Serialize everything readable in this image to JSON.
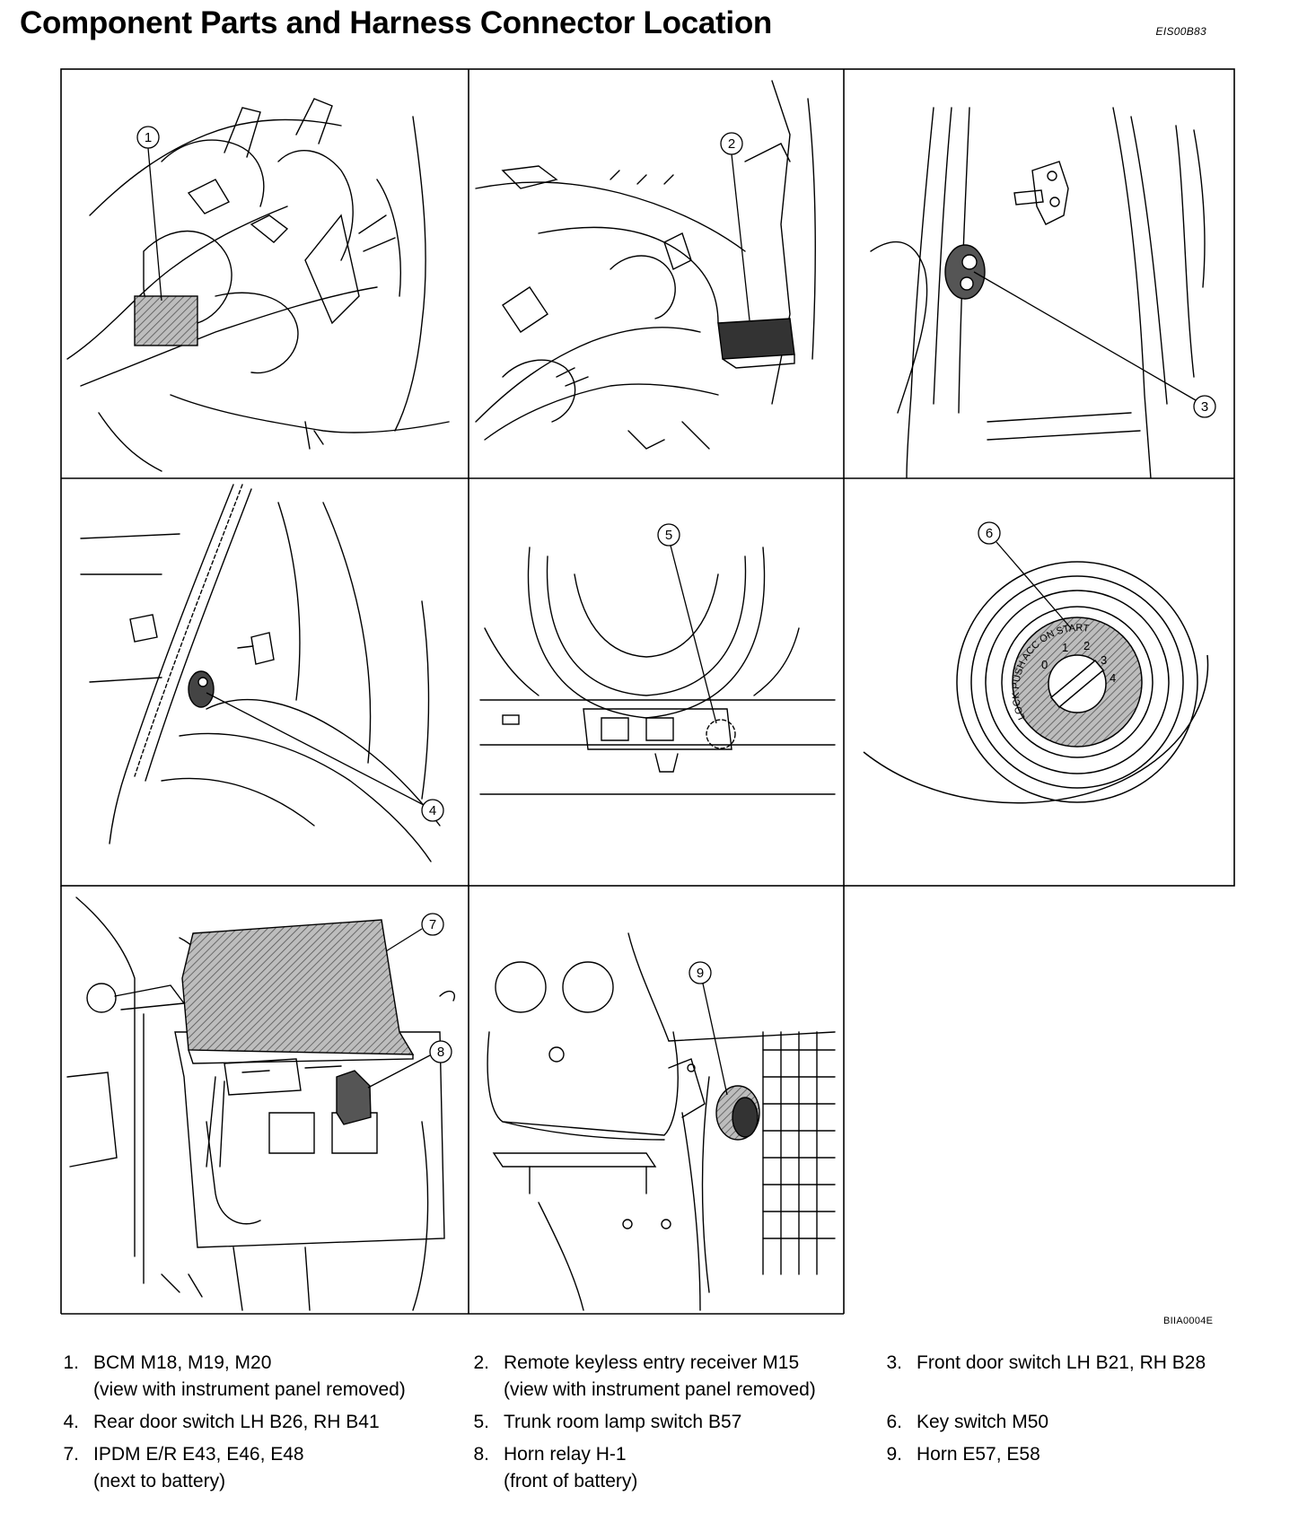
{
  "header": {
    "title": "Component Parts and Harness Connector Location",
    "doc_code": "EIS00B83"
  },
  "figure": {
    "code": "BIIA0004E",
    "callouts": [
      "1",
      "2",
      "3",
      "4",
      "5",
      "6",
      "7",
      "8",
      "9"
    ],
    "key_switch_marks": "LOCK PUSH ACC ON START",
    "key_switch_numbers": [
      "0",
      "1",
      "2",
      "3",
      "4"
    ]
  },
  "legend": [
    {
      "num": "1.",
      "line1": "BCM M18, M19, M20",
      "line2": "(view with instrument panel removed)"
    },
    {
      "num": "2.",
      "line1": "Remote keyless entry receiver M15",
      "line2": "(view with instrument panel removed)"
    },
    {
      "num": "3.",
      "line1": "Front door switch LH B21, RH B28",
      "line2": ""
    },
    {
      "num": "4.",
      "line1": "Rear door switch LH B26, RH B41",
      "line2": ""
    },
    {
      "num": "5.",
      "line1": "Trunk room lamp switch B57",
      "line2": ""
    },
    {
      "num": "6.",
      "line1": "Key switch M50",
      "line2": ""
    },
    {
      "num": "7.",
      "line1": "IPDM E/R E43, E46, E48",
      "line2": "(next to battery)"
    },
    {
      "num": "8.",
      "line1": "Horn relay H-1",
      "line2": "(front of battery)"
    },
    {
      "num": "9.",
      "line1": "Horn E57, E58",
      "line2": ""
    }
  ]
}
